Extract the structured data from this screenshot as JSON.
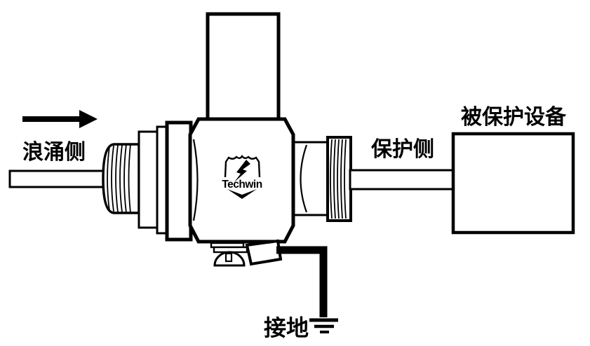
{
  "diagram": {
    "type": "surge-protector-installation-diagram",
    "labels": {
      "surge_side": "浪涌侧",
      "protected_side": "保护侧",
      "protected_equipment": "被保护设备",
      "ground": "接地"
    },
    "brand": "Techwin",
    "colors": {
      "line": "#000000",
      "background": "#ffffff"
    }
  }
}
